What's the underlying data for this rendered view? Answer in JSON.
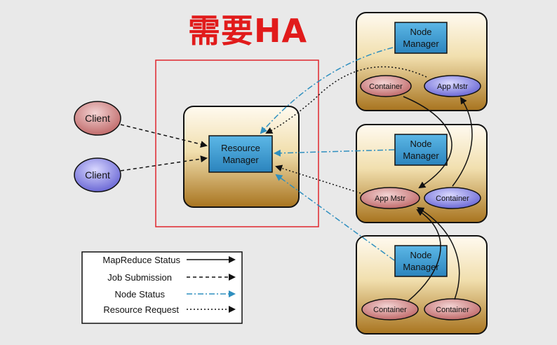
{
  "title": "需要HA",
  "resource_manager": {
    "label_line1": "Resource",
    "label_line2": "Manager"
  },
  "clients": [
    "Client",
    "Client"
  ],
  "nodes": [
    {
      "nm_line1": "Node",
      "nm_line2": "Manager",
      "left_oval": "Container",
      "right_oval": "App Mstr"
    },
    {
      "nm_line1": "Node",
      "nm_line2": "Manager",
      "left_oval": "App Mstr",
      "right_oval": "Container"
    },
    {
      "nm_line1": "Node",
      "nm_line2": "Manager",
      "left_oval": "Container",
      "right_oval": "Container"
    }
  ],
  "legend": [
    {
      "label": "MapReduce Status",
      "style": "solid"
    },
    {
      "label": "Job Submission",
      "style": "dashed"
    },
    {
      "label": "Node Status",
      "style": "dashdot"
    },
    {
      "label": "Resource Request",
      "style": "dotted"
    }
  ],
  "colors": {
    "title": "#e11b1b",
    "highlight_box": "#e0262d",
    "node_box_dark": "#9a6a1a",
    "node_box_light": "#fff8e6",
    "manager_box": "#2f8fc4",
    "client_red": "#c76b6b",
    "client_blue": "#6d69d6",
    "node_status_arrow": "#2f8fbf"
  }
}
